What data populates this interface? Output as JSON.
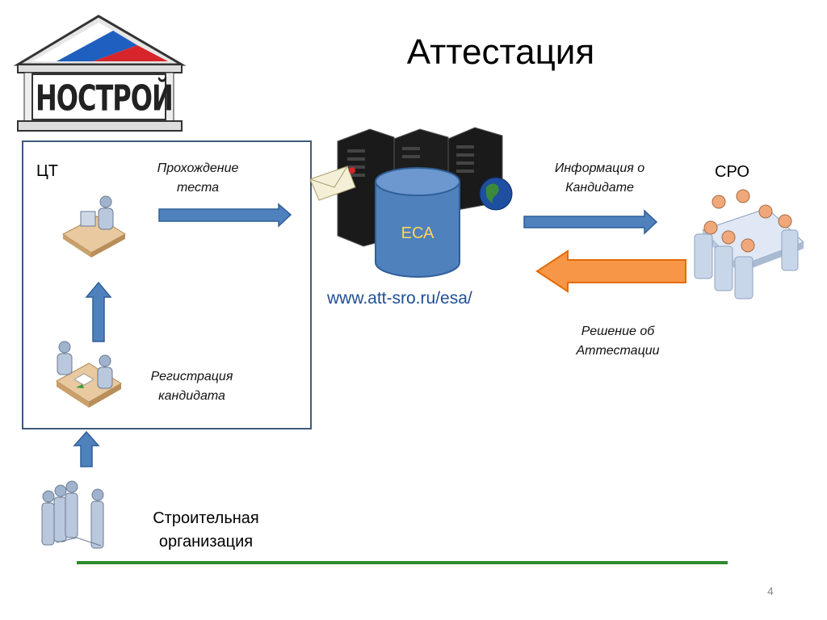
{
  "title": "Аттестация",
  "logo": {
    "text": "НОСТРОЙ",
    "colors": [
      "#ffffff",
      "#1f5fbf",
      "#d7262b"
    ]
  },
  "nodes": {
    "ct": "ЦТ",
    "sro": "СРО",
    "esa": "ЕСА",
    "org_line1": "Строительная",
    "org_line2": "организация"
  },
  "labels": {
    "test_line1": "Прохождение",
    "test_line2": "теста",
    "info_line1": "Информация о",
    "info_line2": "Кандидате",
    "reg_line1": "Регистрация",
    "reg_line2": "кандидата",
    "decision_line1": "Решение об",
    "decision_line2": "Аттестации"
  },
  "url": "www.att-sro.ru/esa/",
  "page_number": "4",
  "colors": {
    "arrow_blue": "#4f81bd",
    "arrow_orange": "#f79646",
    "db_blue": "#4f81bd",
    "line_green": "#2d8a2d"
  },
  "icons": [
    "logo-icon",
    "test-person-icon",
    "registration-icon",
    "servers-icon",
    "database-icon",
    "globe-icon",
    "envelope-icon",
    "meeting-icon",
    "workers-icon"
  ]
}
